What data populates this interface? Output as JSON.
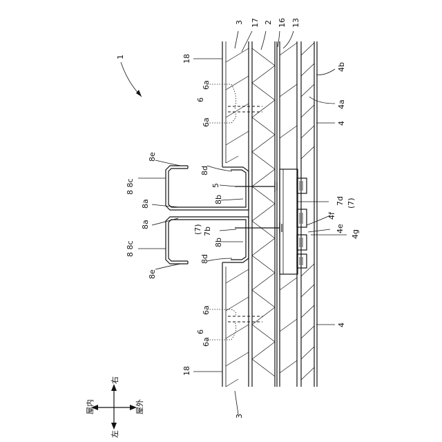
{
  "labels": {
    "ref_1": "1",
    "ref_3_top": "3",
    "ref_17": "17",
    "ref_2": "2",
    "ref_16": "16",
    "ref_13": "13",
    "ref_18_top": "18",
    "ref_4b": "4b",
    "ref_6a_1": "6a",
    "ref_6_top": "6",
    "ref_6a_2": "6a",
    "ref_4a": "4a",
    "ref_4_top": "4",
    "ref_8e_top": "8e",
    "ref_8_8c_top": "8  8c",
    "ref_8d_top": "8d",
    "ref_5": "5",
    "ref_8a_top": "8a",
    "ref_8b_top": "8b",
    "ref_7d": "7d",
    "ref_7_paren_right": "(7)",
    "ref_4f": "4f",
    "ref_4e": "4e",
    "ref_4g": "4g",
    "ref_7_paren_left": "(7)",
    "ref_7b": "7b",
    "ref_8a_bottom": "8a",
    "ref_8_8c_bottom": "8  8c",
    "ref_8b_bottom": "8b",
    "ref_8d_bottom": "8d",
    "ref_8e_bottom": "8e",
    "ref_6a_3": "6a",
    "ref_6_bottom": "6",
    "ref_6a_4": "6a",
    "ref_4_bottom": "4",
    "ref_18_bottom": "18",
    "ref_3_bottom": "3"
  },
  "compass": {
    "indoor": "屋内",
    "outdoor": "屋外",
    "right": "右",
    "left": "左"
  }
}
